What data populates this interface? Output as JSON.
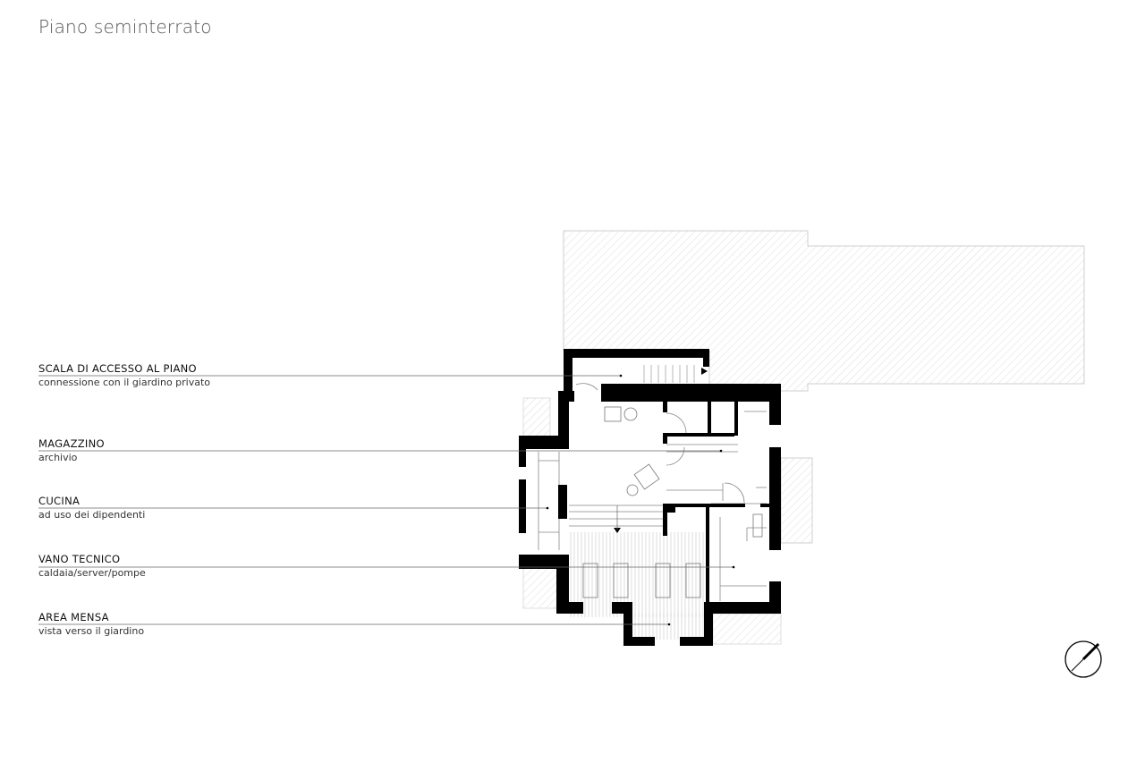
{
  "title": "Piano seminterrato",
  "labels": [
    {
      "main": "SCALA DI ACCESSO AL PIANO",
      "sub": "connessione con il giardino privato"
    },
    {
      "main": "MAGAZZINO",
      "sub": "archivio"
    },
    {
      "main": "CUCINA",
      "sub": "ad uso dei dipendenti"
    },
    {
      "main": "VANO TECNICO",
      "sub": "caldaia/server/pompe"
    },
    {
      "main": "AREA MENSA",
      "sub": "vista verso il giardino"
    }
  ],
  "icons": {
    "north": "north-arrow-icon"
  }
}
